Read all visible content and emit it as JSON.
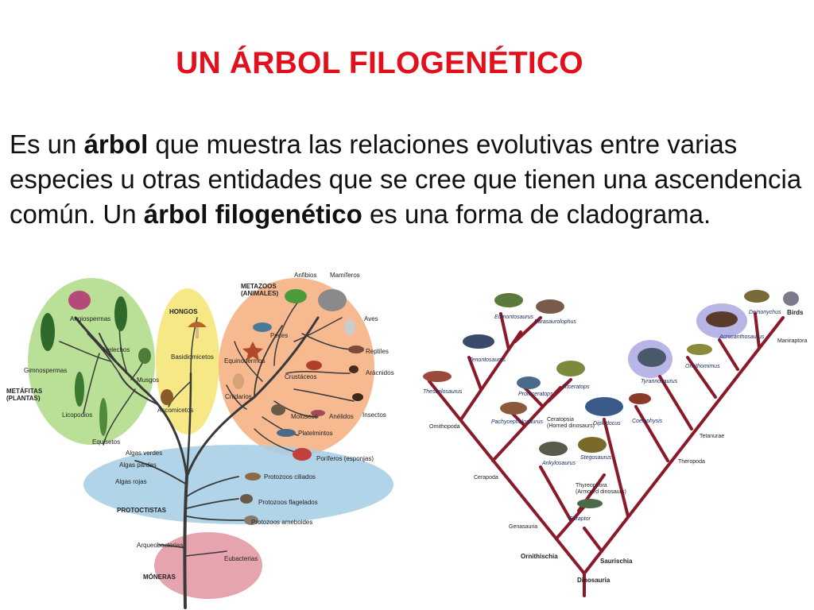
{
  "title": "UN ÁRBOL FILOGENÉTICO",
  "description": {
    "p1": "Es un ",
    "b1": "árbol",
    "p2": " que muestra las relaciones evolutivas entre varias especies u otras entidades que se cree que tienen una ascendencia común. Un ",
    "b2": "árbol filogenético",
    "p3": " es una forma de cladograma."
  },
  "tree_of_life": {
    "groups": {
      "metafitas": "METÁFITAS\n(PLANTAS)",
      "hongos": "HONGOS",
      "metazoos": "METAZOOS\n(ANIMALES)",
      "protoctistas": "PROTOCTISTAS",
      "moneras": "MÓNERAS"
    },
    "leaves": {
      "angiospermas": "Angiospermas",
      "helechos": "Helechos",
      "gimnospermas": "Gimnospermas",
      "musgos": "Musgos",
      "licopodios": "Licopodios",
      "equisetos": "Equisetos",
      "basidiomicetos": "Basidiomicetos",
      "ascomicetos": "Ascomicetos",
      "anfibios": "Anfibios",
      "mamiferos": "Mamíferos",
      "peces": "Peces",
      "aves": "Aves",
      "equinodermos": "Equinodermos",
      "reptiles": "Reptiles",
      "cnidarios": "Cnidarios",
      "crustaceos": "Crustáceos",
      "aracnidos": "Arácnidos",
      "moluscos": "Moluscos",
      "anelidos": "Anélidos",
      "insectos": "Insectos",
      "platelmintos": "Platelmintos",
      "poriferos": "Poríferos (esponjas)",
      "algas_verdes": "Algas verdes",
      "algas_pardas": "Algas pardas",
      "algas_rojas": "Algas rojas",
      "protozoos_ciliados": "Protozoos ciliados",
      "protozoos_flagelados": "Protozoos flagelados",
      "protozoos_ameboides": "Protozoos ameboides",
      "arqueobacterias": "Arqueobacterias",
      "eubacterias": "Eubacterias"
    }
  },
  "dinosaur_cladogram": {
    "taxa": {
      "edmontosaurus": "Edmontosaurus",
      "parasaurolophus": "Parasaurolophus",
      "tenontosaurus": "Tenontosaurus",
      "thescelosaurus": "Thescelosaurus",
      "protoceratops": "Protoceratops",
      "triceratops": "Triceratops",
      "pachycephalosaurus": "Pachycephalosaurus",
      "ceratopsia": "Ceratopsia\n(Horned dinosaurs)",
      "diplodocus": "Diplodocus",
      "coelophysis": "Coelophysis",
      "tyrannosaurus": "Tyrannosaurus",
      "ornithomimus": "Ornithomimus",
      "acrocanthosaurus": "Acrocanthosaurus",
      "deinonychus": "Deinonychus",
      "birds": "Birds",
      "maniraptora": "Maniraptora",
      "ornithopoda": "Ornithopoda",
      "cerapoda": "Cerapoda",
      "ankylosaurus": "Ankylosaurus",
      "stegosaurus": "Stegosaurus",
      "thyreophora": "Thyreophora\n(Armored dinosaurs)",
      "eoraptor": "Eoraptor",
      "genasauria": "Genasauria",
      "ornithischia": "Ornithischia",
      "saurischia": "Saurischia",
      "dinosauria": "Dinosauria",
      "tetanurae": "Tetanurae",
      "theropoda": "Theropoda"
    }
  }
}
